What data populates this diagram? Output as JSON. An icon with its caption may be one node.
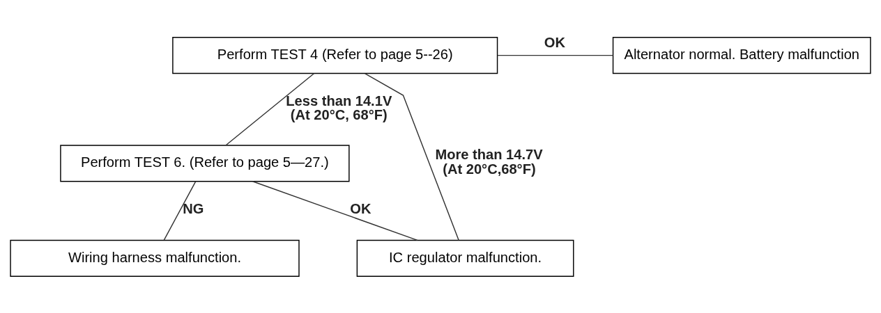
{
  "diagram": {
    "nodes": [
      {
        "text": [
          "Perform TEST 4 (Refer to page 5--26)"
        ]
      },
      {
        "text": [
          "Alternator normal. Battery malfunction"
        ]
      },
      {
        "text": [
          "IC regulator malfunction."
        ]
      },
      {
        "text": [
          "Perform TEST 6. (Refer to page 5—27.)"
        ]
      },
      {
        "text": [
          "Wiring harness malfunction."
        ]
      }
    ],
    "edges": [
      {
        "from": 0,
        "to": 1,
        "arrow": "none",
        "label": "OK"
      },
      {
        "from": 0,
        "to": 3,
        "arrow": "none",
        "label": "Less than 14.1V (At 20°C, 68°F)"
      },
      {
        "from": 0,
        "to": 2,
        "arrow": "none",
        "label": "More than 14.7V (At 20°C,68°F)"
      },
      {
        "from": 3,
        "to": 4,
        "arrow": "none",
        "label": "NG"
      },
      {
        "from": 3,
        "to": 2,
        "arrow": "none",
        "label": "OK"
      }
    ]
  }
}
